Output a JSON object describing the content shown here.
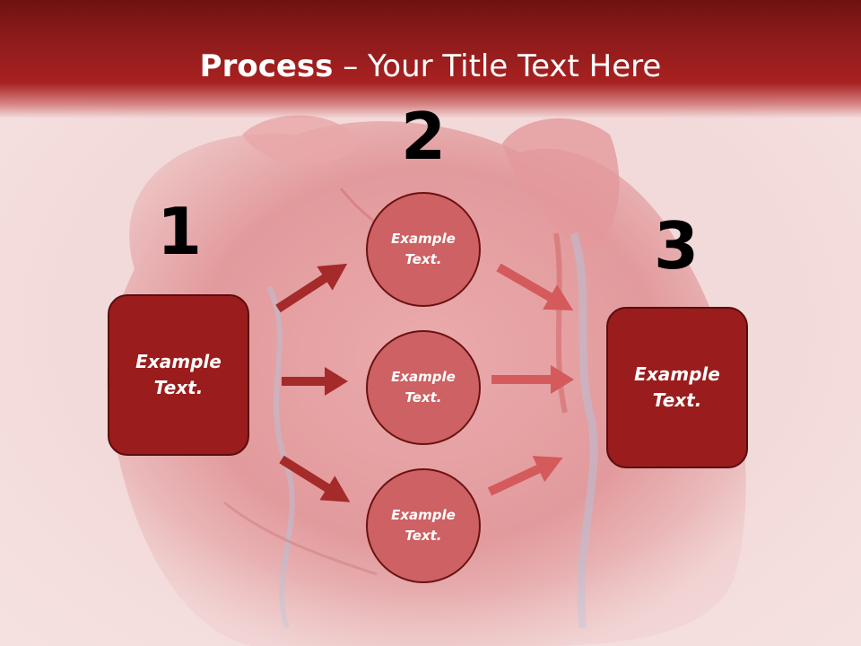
{
  "title": {
    "bold": "Process",
    "separator": " – ",
    "rest": "Your Title Text Here"
  },
  "steps": [
    {
      "number": "1"
    },
    {
      "number": "2"
    },
    {
      "number": "3"
    }
  ],
  "left_box": {
    "text": "Example\nText."
  },
  "circles": [
    {
      "text": "Example\nText."
    },
    {
      "text": "Example\nText."
    },
    {
      "text": "Example\nText."
    }
  ],
  "right_box": {
    "text": "Example\nText."
  },
  "colors": {
    "header": "#a82121",
    "box_fill": "#9b1c1c",
    "circle_fill": "#cd6163",
    "arrow_dark": "#a52a2a",
    "arrow_light": "#d45a5c"
  },
  "icons": {
    "background": "heart-illustration"
  }
}
